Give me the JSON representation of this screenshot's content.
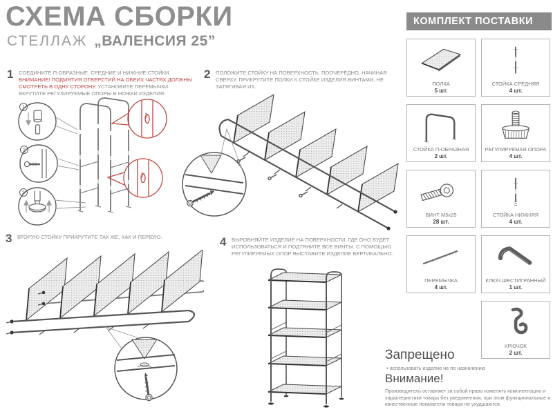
{
  "title": "СХЕМА СБОРКИ",
  "subtitle": {
    "prefix": "СТЕЛЛАЖ",
    "model": "„ВАЛЕНСИЯ 25”"
  },
  "colors": {
    "accent_red": "#bf4440",
    "heading_gray": "#8e8e8e",
    "kit_header_bg": "#8a8a8a"
  },
  "steps": [
    {
      "num": "1",
      "line1": "СОЕДИНИТЕ П-ОБРАЗНЫЕ, СРЕДНИЕ И НИЖНИЕ СТОЙКИ. ",
      "warning": "ВНИМАНИЕ! ПОДМЯТИЯ ОТВЕРСТИЙ НА ОБЕИХ ЧАСТЯХ ДОЛЖНЫ СМОТРЕТЬ В ОДНУ СТОРОНУ. ",
      "rest": "УСТАНОВИТЕ ПЕРЕМЫЧКИ. ВКРУТИТЕ РЕГУЛИРУЕМЫЕ ОПОРЫ В НОЖКИ ИЗДЕЛИЯ.",
      "callouts": [
        "1",
        "2",
        "3"
      ]
    },
    {
      "num": "2",
      "text": "ПОЛОЖИТЕ СТОЙКУ НА ПОВЕРХНОСТЬ. ПООЧЕРЁДНО, НАЧИНАЯ СВЕРХУ, ПРИКРУТИТЕ ПОЛКИ К СТОЙКЕ ИЗДЕЛИЯ ВИНТАМИ, НЕ ЗАТЯГИВАЯ ИХ."
    },
    {
      "num": "3",
      "text": "ВТОРУЮ СТОЙКУ ПРИКРУТИТЕ ТАК ЖЕ, КАК И ПЕРВУЮ."
    },
    {
      "num": "4",
      "text": "ВЫРОВНЯЙТЕ ИЗДЕЛИЕ НА ПОВЕРХНОСТИ, ГДЕ ОНО БУДЕТ ИСПОЛЬЗОВАТЬСЯ И ПОДТЯНИТЕ ВСЕ ВИНТЫ. С ПОМОЩЬЮ РЕГУЛИРУЕМЫХ ОПОР ВЫСТАВИТЕ ИЗДЕЛИЕ ВЕРТИКАЛЬНО."
    }
  ],
  "kit": {
    "header": "КОМПЛЕКТ ПОСТАВКИ",
    "items": [
      {
        "name": "ПОЛКА",
        "qty": "5 шт.",
        "icon": "shelf-icon"
      },
      {
        "name": "СТОЙКА СРЕДНЯЯ",
        "qty": "4 шт.",
        "icon": "post-middle-icon"
      },
      {
        "name": "СТОЙКА П-ОБРАЗНАЯ",
        "qty": "2 шт.",
        "icon": "post-u-shaped-icon"
      },
      {
        "name": "РЕГУЛИРУЕМАЯ ОПОРА",
        "qty": "4 шт.",
        "icon": "adjustable-foot-icon"
      },
      {
        "name": "ВИНТ М5х25",
        "qty": "28 шт.",
        "icon": "screw-icon"
      },
      {
        "name": "СТОЙКА НИЖНЯЯ",
        "qty": "4 шт.",
        "icon": "post-bottom-icon"
      },
      {
        "name": "ПЕРЕМЫЧКА",
        "qty": "4 шт.",
        "icon": "crossbar-icon"
      },
      {
        "name": "КЛЮЧ ШЕСТИГРАННЫЙ",
        "qty": "1 шт.",
        "icon": "hex-key-icon"
      },
      {
        "name": "КРЮЧОК",
        "qty": "2 шт.",
        "icon": "hook-icon"
      }
    ]
  },
  "forbidden": {
    "heading": "Запрещено",
    "bullet": "• использовать изделие не по назначению"
  },
  "attention": {
    "heading": "Внимание!",
    "text": "Производитель оставляет за собой право изменять комплектацию и характеристики товара без уведомления, при этом функциональные и качественные показатели товара не ухудшаются."
  }
}
